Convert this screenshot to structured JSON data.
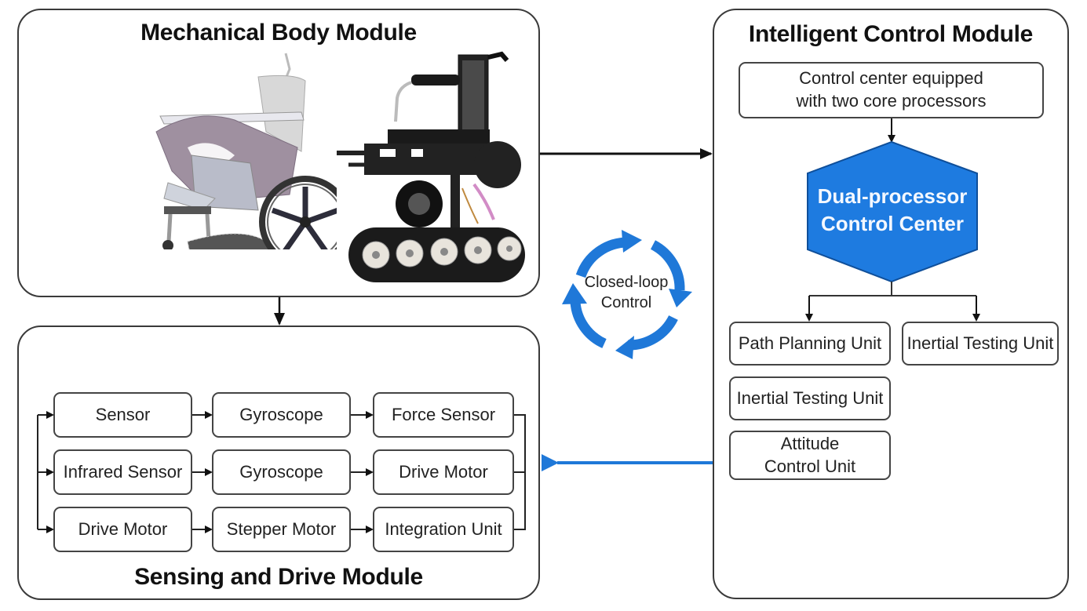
{
  "mechanical_module": {
    "title": "Mechanical Body Module",
    "images": [
      "cad-wheelchair-render-icon",
      "tracked-wheelchair-photo-icon"
    ]
  },
  "intelligent_module": {
    "title": "Intelligent Control Module",
    "control_center_box": "Control center equipped with two core processors",
    "control_center_lines": [
      "Control center equipped",
      "with two core processors"
    ],
    "hexagon_lines": [
      "Dual-processor",
      "Control Center"
    ],
    "units": [
      "Path Planning Unit",
      "Inertial Testing Unit",
      "Inertial Testing Unit",
      "Attitude Control Unit"
    ],
    "attitude_lines": [
      "Attitude",
      "Control Unit"
    ]
  },
  "sensing_module": {
    "title": "Sensing and Drive Module",
    "rows": [
      [
        "Sensor",
        "Gyroscope",
        "Force Sensor"
      ],
      [
        "Infrared Sensor",
        "Gyroscope",
        "Drive Motor"
      ],
      [
        "Drive Motor",
        "Stepper Motor",
        "Integration Unit"
      ]
    ]
  },
  "closed_loop": {
    "lines": [
      "Closed-loop",
      "Control"
    ]
  },
  "colors": {
    "accent_blue": "#1f78d8",
    "hex_fill": "#1e7be0",
    "border": "#3a3a3a"
  }
}
